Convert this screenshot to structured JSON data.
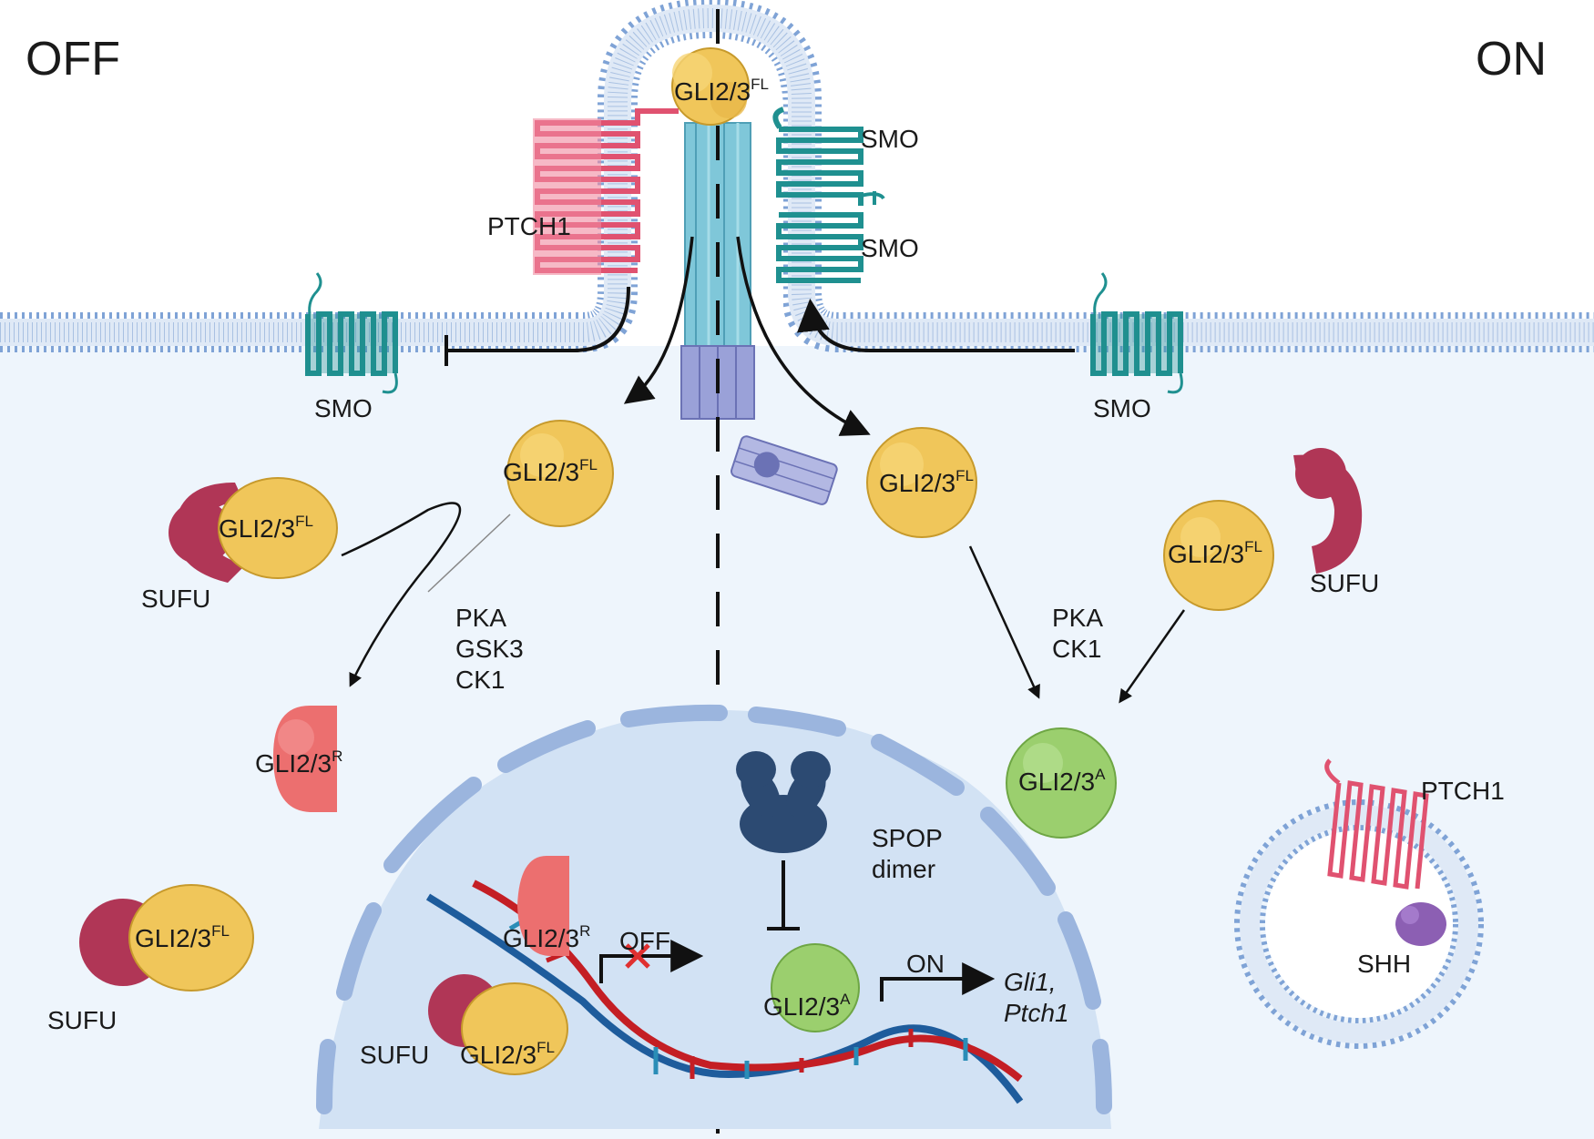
{
  "states": {
    "off": "OFF",
    "on": "ON"
  },
  "labels": {
    "smo_cilium_upper": "SMO",
    "smo_cilium_lower": "SMO",
    "ptch1_cilium": "PTCH1",
    "smo_membrane_left": "SMO",
    "smo_membrane_right": "SMO",
    "gli_base": "GLI2/3",
    "gli_fl_sup": "FL",
    "gli_r_sup": "R",
    "gli_a_sup": "A",
    "sufu": "SUFU",
    "kinases_off": [
      "PKA",
      "GSK3",
      "CK1"
    ],
    "kinases_on": [
      "PKA",
      "CK1"
    ],
    "spop": [
      "SPOP",
      "dimer"
    ],
    "off_tx": "OFF",
    "on_tx": "ON",
    "genes": [
      "Gli1,",
      "Ptch1"
    ],
    "vesicle_ptch1": "PTCH1",
    "shh": "SHH"
  },
  "colors": {
    "membrane": "#7fa3d6",
    "membrane_fill": "#d9e6f5",
    "cytoplasm": "#eef5fc",
    "nucleus": "#d2e2f4",
    "nuclear_envelope": "#9bb5de",
    "smo": "#1f9090",
    "ptch1": "#e05270",
    "gli_fl": "#f0c65a",
    "gli_r": "#ec6f6f",
    "gli_a": "#9bcf6e",
    "sufu": "#b03656",
    "spop": "#2c4a72",
    "shh": "#8c5fb3",
    "cilium": "#7fc7d9",
    "basal_body": "#9aa1d8",
    "dna_red": "#c41e24",
    "dna_blue": "#1e5c9c"
  }
}
